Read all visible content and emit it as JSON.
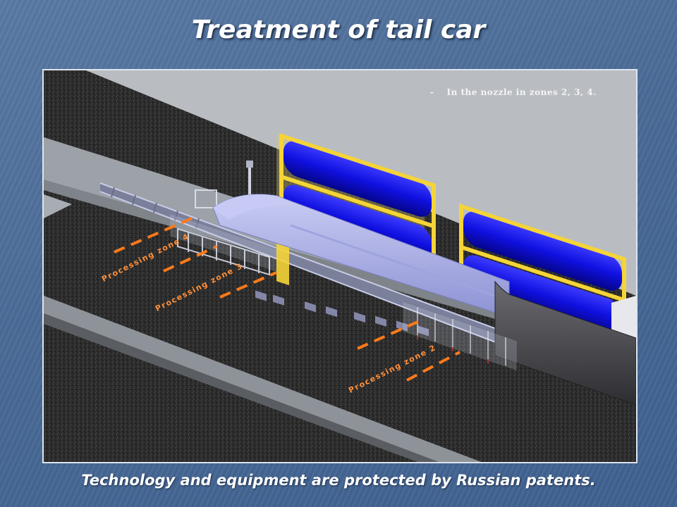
{
  "slide": {
    "title": "Treatment of tail car",
    "footer": "Technology and equipment are protected by Russian patents."
  },
  "diagram": {
    "note_bullet": "-",
    "note_text": "In the nozzle in zones 2, 3, 4.",
    "zones": [
      {
        "id": "zone4",
        "label": "Processing zone 4"
      },
      {
        "id": "zone3",
        "label": "Processing zone 3"
      },
      {
        "id": "zone2",
        "label": "Processing zone 2"
      }
    ],
    "colors": {
      "zone_marker": "#ff7a1a",
      "tank": "#1414e6",
      "rack_frame": "#f5d437",
      "train_body": "#a9aee6",
      "tail_car": "#4a4a4e",
      "ground": "#2a2a2a",
      "platform": "#9aa0a6"
    }
  }
}
